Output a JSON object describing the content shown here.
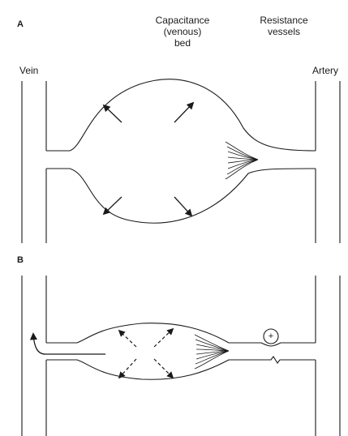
{
  "panels": {
    "a_label": "A",
    "b_label": "B"
  },
  "labels": {
    "capacitance_line1": "Capacitance",
    "capacitance_line2": "(venous)",
    "capacitance_line3": "bed",
    "resistance_line1": "Resistance",
    "resistance_line2": "vessels",
    "vein": "Vein",
    "artery": "Artery"
  },
  "valve_symbol": "+",
  "line_color": "#1a1a1a"
}
